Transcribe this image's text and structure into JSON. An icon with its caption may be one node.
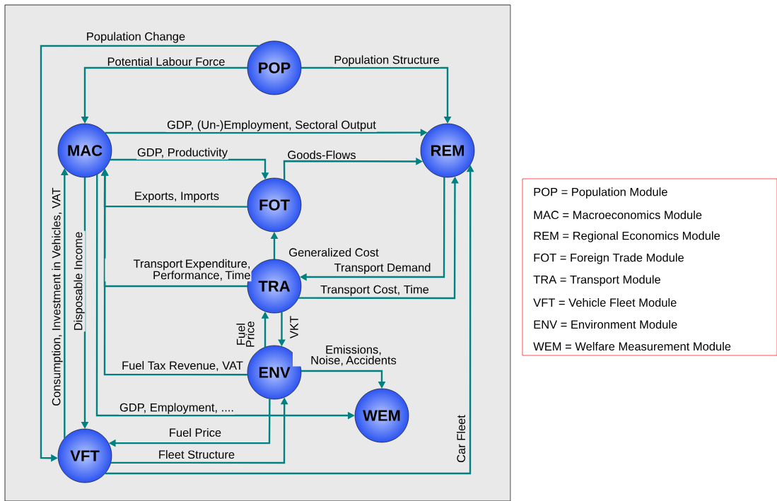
{
  "diagram": {
    "nodes": [
      {
        "text": [
          "POP"
        ]
      },
      {
        "text": [
          "MAC"
        ]
      },
      {
        "text": [
          "REM"
        ]
      },
      {
        "text": [
          "FOT"
        ]
      },
      {
        "text": [
          "TRA"
        ]
      },
      {
        "text": [
          "ENV"
        ]
      },
      {
        "text": [
          "WEM"
        ]
      },
      {
        "text": [
          "VFT"
        ]
      }
    ],
    "edges": [
      {
        "from": 0,
        "to": 7,
        "arrow": "to",
        "label": "Population Change"
      },
      {
        "from": 0,
        "to": 1,
        "arrow": "to",
        "label": "Potential Labour Force"
      },
      {
        "from": 0,
        "to": 2,
        "arrow": "to",
        "label": "Population Structure"
      },
      {
        "from": 1,
        "to": 2,
        "arrow": "to",
        "label": "GDP, (Un-)Employment, Sectoral Output"
      },
      {
        "from": 1,
        "to": 3,
        "arrow": "to",
        "label": "GDP, Productivity"
      },
      {
        "from": 3,
        "to": 2,
        "arrow": "to",
        "label": "Goods-Flows"
      },
      {
        "from": 3,
        "to": 1,
        "arrow": "to",
        "label": "Exports, Imports"
      },
      {
        "from": 4,
        "to": 1,
        "arrow": "to",
        "label": "Transport Expenditure, Performance, Time"
      },
      {
        "from": 5,
        "to": 1,
        "arrow": "to",
        "label": "Fuel Tax Revenue, VAT"
      },
      {
        "from": 4,
        "to": 3,
        "arrow": "to",
        "label": "Generalized Cost"
      },
      {
        "from": 2,
        "to": 4,
        "arrow": "to",
        "label": "Transport Demand"
      },
      {
        "from": 4,
        "to": 2,
        "arrow": "to",
        "label": "Transport Cost, Time"
      },
      {
        "from": 5,
        "to": 4,
        "arrow": "to",
        "label": "Fuel Price"
      },
      {
        "from": 4,
        "to": 5,
        "arrow": "to",
        "label": "VKT"
      },
      {
        "from": 5,
        "to": 6,
        "arrow": "to",
        "label": "Emissions, Noise, Accidents"
      },
      {
        "from": 1,
        "to": 6,
        "arrow": "to",
        "label": "GDP, Employment, ...."
      },
      {
        "from": 1,
        "to": 7,
        "arrow": "to",
        "label": "Disposable Income"
      },
      {
        "from": 7,
        "to": 1,
        "arrow": "to",
        "label": "Consumption, Investment in Vehicles, VAT"
      },
      {
        "from": 5,
        "to": 7,
        "arrow": "to",
        "label": "Fuel Price"
      },
      {
        "from": 7,
        "to": 5,
        "arrow": "to",
        "label": "Fleet Structure"
      },
      {
        "from": 7,
        "to": 2,
        "arrow": "to",
        "label": "Car Fleet"
      }
    ],
    "labels": [
      "POP = Population Module",
      "MAC = Macroeconomics Module",
      "REM = Regional Economics Module",
      "FOT = Foreign Trade Module",
      "TRA = Transport Module",
      "VFT = Vehicle Fleet Module",
      "ENV = Environment Module",
      "WEM = Welfare Measurement Module"
    ]
  }
}
